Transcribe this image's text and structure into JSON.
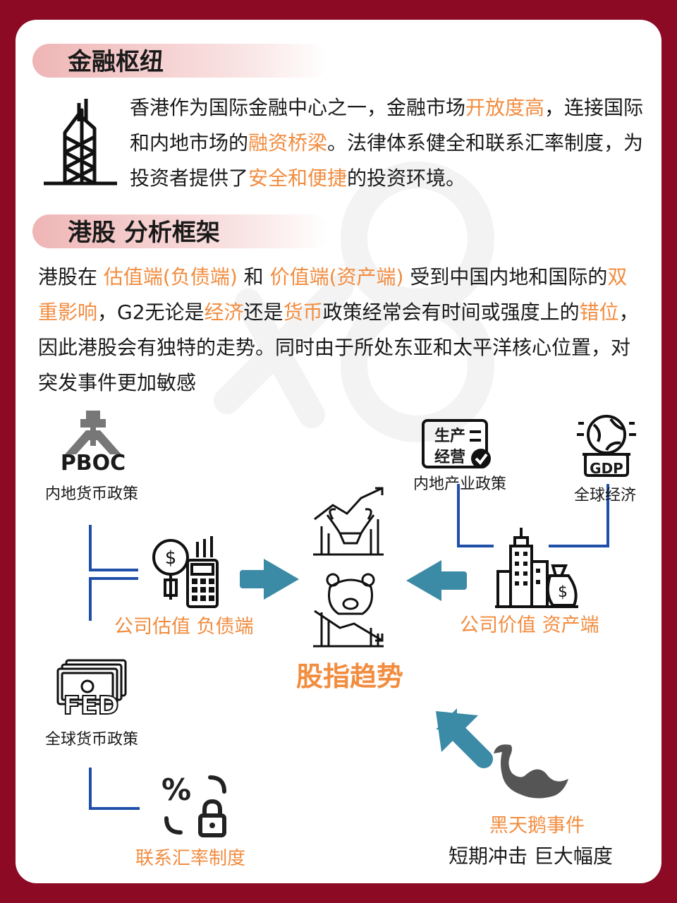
{
  "section1": {
    "title": "金融枢纽",
    "para": [
      "香港作为国际金融中心之一，金融市场",
      "开放度高",
      "，连接国际和内地市场的",
      "融资桥梁",
      "。法律体系健全和联系汇率制度，为投资者提供了",
      "安全和便捷",
      "的投资环境。"
    ]
  },
  "section2": {
    "title": "港股 分析框架",
    "para": [
      "港股在 ",
      "估值端(负债端)",
      " 和 ",
      "价值端(资产端)",
      "  受到中国内地和国际的",
      "双重影响",
      "，G2无论是",
      "经济",
      "还是",
      "货币",
      "政策经常会有时间或强度上的",
      "错位",
      "，因此港股会有独特的走势。同时由于所处东亚和太平洋核心位置，对突发事件更加敏感"
    ]
  },
  "diagram": {
    "pboc": {
      "icon_text": "PBOC",
      "label": "内地货币政策"
    },
    "industry": {
      "icon_text_1": "生产",
      "icon_text_2": "经营",
      "label": "内地产业政策"
    },
    "gdp": {
      "icon_text": "GDP",
      "label": "全球经济"
    },
    "valuation": {
      "label": "公司估值 负债端"
    },
    "asset": {
      "label": "公司价值 资产端"
    },
    "center": {
      "label": "股指趋势"
    },
    "fed": {
      "icon_text": "FED",
      "label": "全球货币政策"
    },
    "peg": {
      "label": "联系汇率制度"
    },
    "swan": {
      "label": "黑天鹅事件",
      "sublabel": "短期冲击 巨大幅度"
    }
  },
  "colors": {
    "frame": "#8c0a24",
    "accent": "#f28c3f",
    "arrow": "#3b8aa6",
    "line": "#1f4fa8"
  }
}
